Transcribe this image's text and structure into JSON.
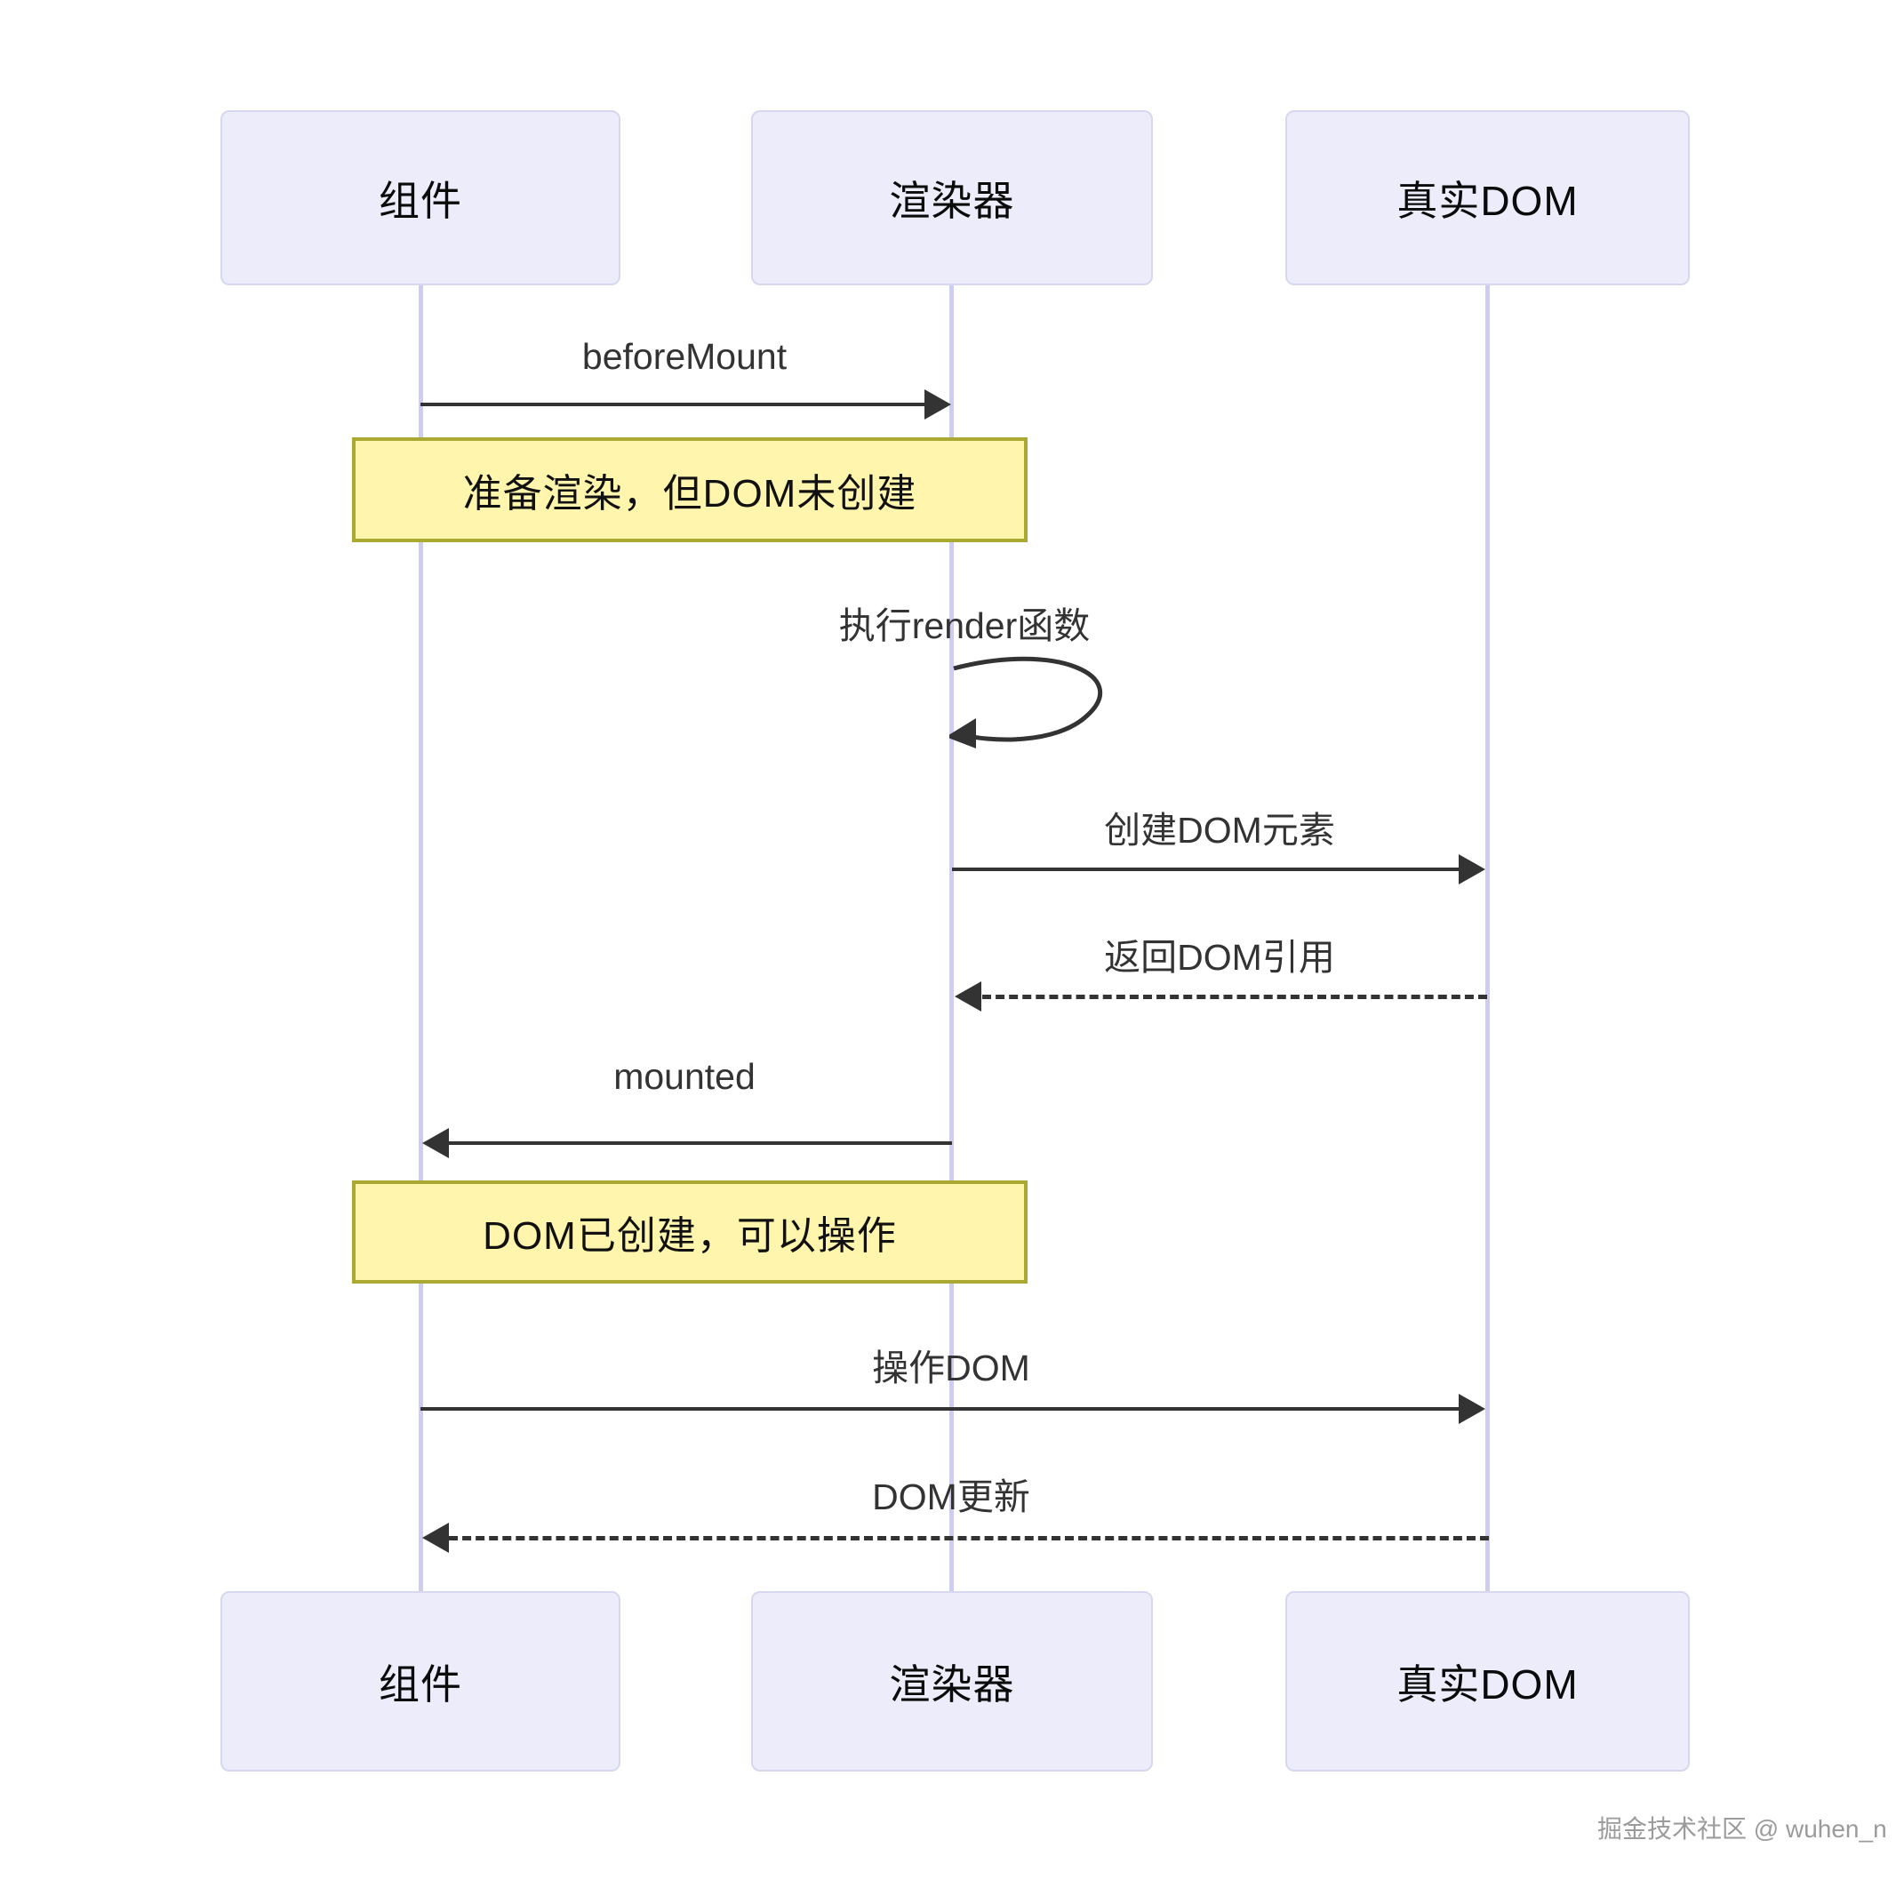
{
  "diagram": {
    "type": "sequence-diagram",
    "participants": [
      {
        "id": "component",
        "label": "组件"
      },
      {
        "id": "renderer",
        "label": "渲染器"
      },
      {
        "id": "realdom",
        "label": "真实DOM"
      }
    ],
    "messages": [
      {
        "id": "m1",
        "label": "beforeMount",
        "from": "component",
        "to": "renderer",
        "style": "solid",
        "direction": "right"
      },
      {
        "id": "m2",
        "label": "执行render函数",
        "from": "renderer",
        "to": "renderer",
        "style": "solid",
        "direction": "self"
      },
      {
        "id": "m3",
        "label": "创建DOM元素",
        "from": "renderer",
        "to": "realdom",
        "style": "solid",
        "direction": "right"
      },
      {
        "id": "m4",
        "label": "返回DOM引用",
        "from": "realdom",
        "to": "renderer",
        "style": "dashed",
        "direction": "left"
      },
      {
        "id": "m5",
        "label": "mounted",
        "from": "renderer",
        "to": "component",
        "style": "solid",
        "direction": "left"
      },
      {
        "id": "m6",
        "label": "操作DOM",
        "from": "component",
        "to": "realdom",
        "style": "solid",
        "direction": "right"
      },
      {
        "id": "m7",
        "label": "DOM更新",
        "from": "realdom",
        "to": "component",
        "style": "dashed",
        "direction": "left"
      }
    ],
    "notes": [
      {
        "id": "n1",
        "label": "准备渲染，但DOM未创建"
      },
      {
        "id": "n2",
        "label": "DOM已创建，可以操作"
      }
    ],
    "watermark": "掘金技术社区 @ wuhen_n",
    "colors": {
      "participant_fill": "#ececfb",
      "participant_border": "#d7d7ef",
      "lifeline": "#cfcdef",
      "note_fill": "#fff5ad",
      "note_border": "#aaaa33",
      "arrow": "#333333",
      "background": "#ffffff"
    }
  }
}
